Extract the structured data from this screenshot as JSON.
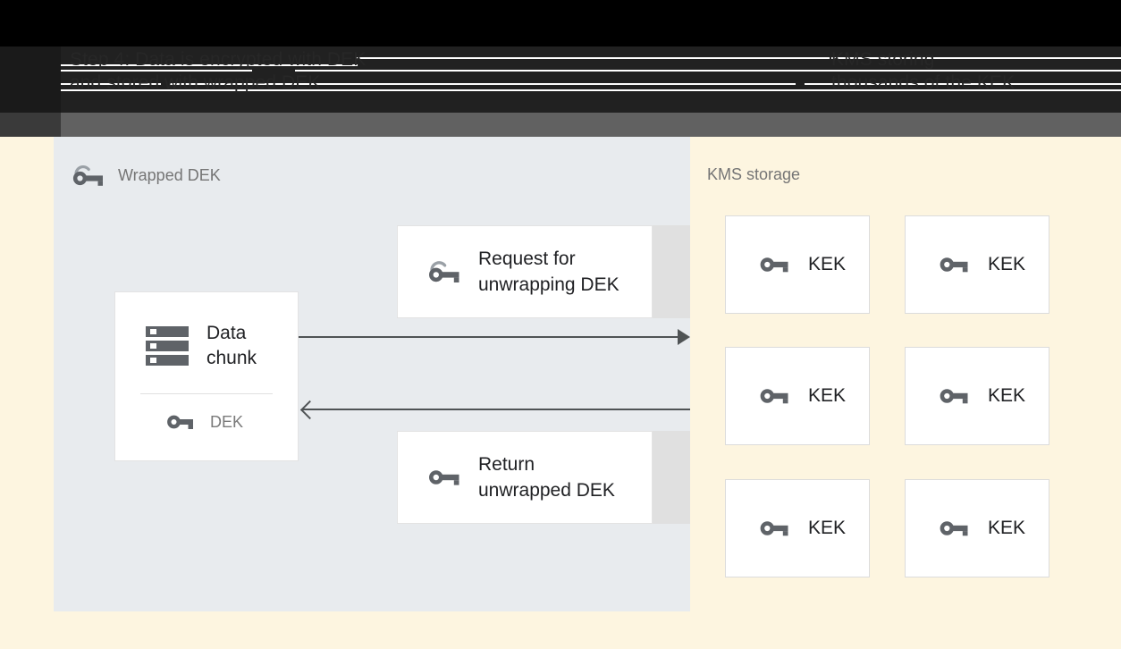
{
  "window": {
    "title_line_1": "Step 4: Data is encrypted with DEK",
    "title_line_2": "and stored with wrapped DEK",
    "title_right_line_1": "KMS storing",
    "title_right_line_2": "thousands of the KEK"
  },
  "left_panel": {
    "header_label": "Wrapped DEK",
    "header_icon": "wrapped-key-icon",
    "data_card": {
      "icon": "data-chunk-icon",
      "title_line_1": "Data",
      "title_line_2": "chunk",
      "dek_icon": "key-icon",
      "dek_label": "DEK"
    },
    "messages": [
      {
        "icon": "wrapped-key-icon",
        "line_1": "Request for",
        "line_2": "unwrapping DEK"
      },
      {
        "icon": "key-icon",
        "line_1": "Return",
        "line_2": "unwrapped DEK"
      }
    ],
    "arrows": [
      {
        "name": "request-arrow",
        "direction": "right"
      },
      {
        "name": "return-arrow",
        "direction": "left"
      }
    ]
  },
  "right_panel": {
    "header_label": "KMS storage",
    "kek_boxes": [
      {
        "icon": "key-icon",
        "label": "KEK"
      },
      {
        "icon": "key-icon",
        "label": "KEK"
      },
      {
        "icon": "key-icon",
        "label": "KEK"
      },
      {
        "icon": "key-icon",
        "label": "KEK"
      },
      {
        "icon": "key-icon",
        "label": "KEK"
      },
      {
        "icon": "key-icon",
        "label": "KEK"
      }
    ]
  },
  "colors": {
    "left_panel_bg": "#e8ebee",
    "right_panel_bg": "#fdf5e0",
    "icon_gray": "#5f6368",
    "label_gray": "#757575",
    "text_black": "#202124",
    "arrow_gray": "#4f5355",
    "band_black": "#000000",
    "band_dark": "#212121",
    "band_gray": "#616161"
  }
}
